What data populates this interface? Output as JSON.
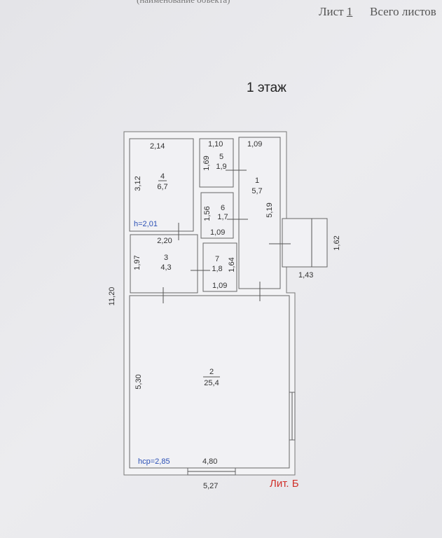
{
  "header": {
    "top_cut_text": "(наименование объекта)",
    "sheet_label": "Лист",
    "sheet_number": "1",
    "total_sheets_label": "Всего листов"
  },
  "plan": {
    "title": "1 этаж",
    "litera": "Лит. Б",
    "overall_height": "11,20",
    "overall_width": "5,27",
    "rooms": [
      {
        "number": "1",
        "area": "5,7",
        "width": "1,09",
        "length": "5,19"
      },
      {
        "number": "2",
        "area": "25,4",
        "width": "4,80",
        "length": "5,30",
        "ceiling": "hср=2,85"
      },
      {
        "number": "3",
        "area": "4,3",
        "width": "2,20",
        "length": "1,97"
      },
      {
        "number": "4",
        "area": "6,7",
        "width": "2,14",
        "length": "3,12",
        "ceiling": "h=2,01"
      },
      {
        "number": "5",
        "area": "1,9",
        "width": "1,10",
        "length": "1,69"
      },
      {
        "number": "6",
        "area": "1,7",
        "width": "1,09",
        "length": "1,56"
      },
      {
        "number": "7",
        "area": "1,8",
        "width": "1,09",
        "length": "1,64"
      }
    ],
    "porch": {
      "width": "1,43",
      "length": "1,62"
    },
    "colors": {
      "ceiling_text": "#2a4fb5",
      "litera": "#d0302a"
    }
  }
}
